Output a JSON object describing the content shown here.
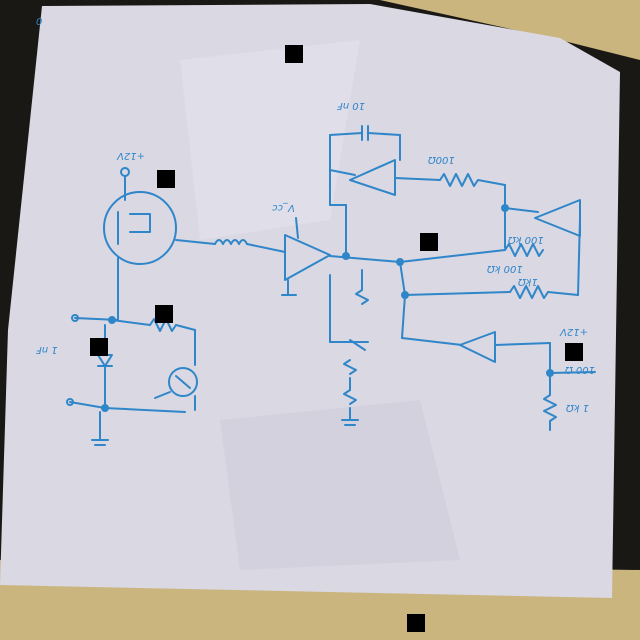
{
  "photo": {
    "background_color": "#1a1814",
    "table_color": "#cbb57e",
    "paper_color": "#d9d8e3",
    "ink_color": "#2f86c9"
  },
  "schematic": {
    "labels": {
      "supply_top_left": "+12V",
      "top_feedback_cap": "10 nF",
      "opamp_supply": "V_cc",
      "input_resistor": "100Ω",
      "right_feedback_resistor": "100 kΩ",
      "right_mid_resistor_a": "100 kΩ",
      "right_mid_resistor_b": "1kΩ",
      "right_bottom_resistor": "100 Ω",
      "right_bottom_resistor_b": "1 kΩ",
      "right_supply": "+12V",
      "left_capacitor": "1 nF",
      "left_node": "0"
    }
  }
}
